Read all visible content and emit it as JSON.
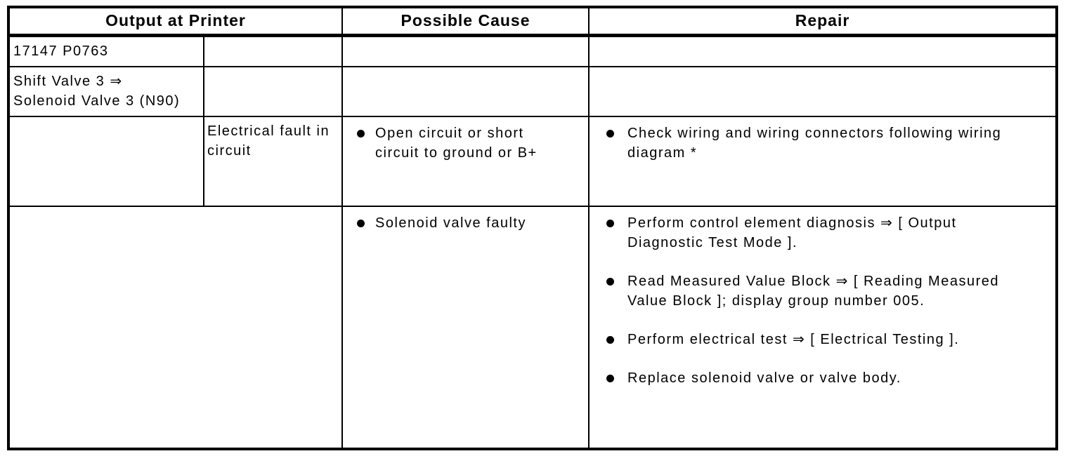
{
  "page": {
    "background_color": "#ffffff",
    "text_color": "#000000",
    "border_color": "#000000"
  },
  "table": {
    "headers": {
      "output_at_printer": "Output at Printer",
      "possible_cause": "Possible Cause",
      "repair": "Repair"
    },
    "rows": {
      "dtc": {
        "code": "17147 P0763"
      },
      "component": {
        "line1": "Shift Valve 3 ⇒",
        "line2": "Solenoid Valve 3 (N90)"
      },
      "electrical_fault": {
        "label": "Electrical fault in circuit",
        "cause": "Open circuit or short circuit to ground or B+",
        "repair": "Check wiring and wiring connectors following wiring diagram *"
      },
      "solenoid_fault": {
        "cause": "Solenoid valve faulty",
        "repairs": [
          "Perform control element diagnosis ⇒ [ Output Diagnostic Test Mode ].",
          "Read Measured Value Block ⇒ [ Reading Measured Value Block ]; display group number 005.",
          "Perform electrical test ⇒ [ Electrical Testing ].",
          "Replace solenoid valve or valve body."
        ]
      }
    }
  }
}
